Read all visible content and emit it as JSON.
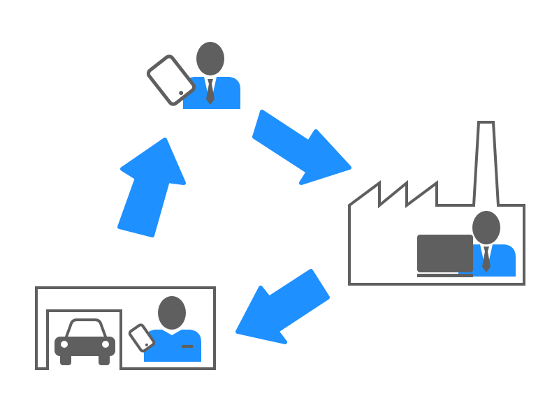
{
  "colors": {
    "background": "#ffffff",
    "person_body": "#1e90ff",
    "person_head": "#5f5f5f",
    "device": "#5f5f5f",
    "building_stroke": "#5f5f5f",
    "arrow": "#1e90ff"
  },
  "nodes": [
    {
      "id": "mobile-worker",
      "icon": "person-with-tablet-icon"
    },
    {
      "id": "factory",
      "icon": "factory-with-laptop-worker-icon"
    },
    {
      "id": "garage",
      "icon": "garage-with-car-and-worker-icon"
    }
  ],
  "arrows": [
    {
      "from": "mobile-worker",
      "to": "factory",
      "icon": "arrow-icon"
    },
    {
      "from": "factory",
      "to": "garage",
      "icon": "arrow-icon"
    },
    {
      "from": "garage",
      "to": "mobile-worker",
      "icon": "arrow-icon"
    }
  ]
}
